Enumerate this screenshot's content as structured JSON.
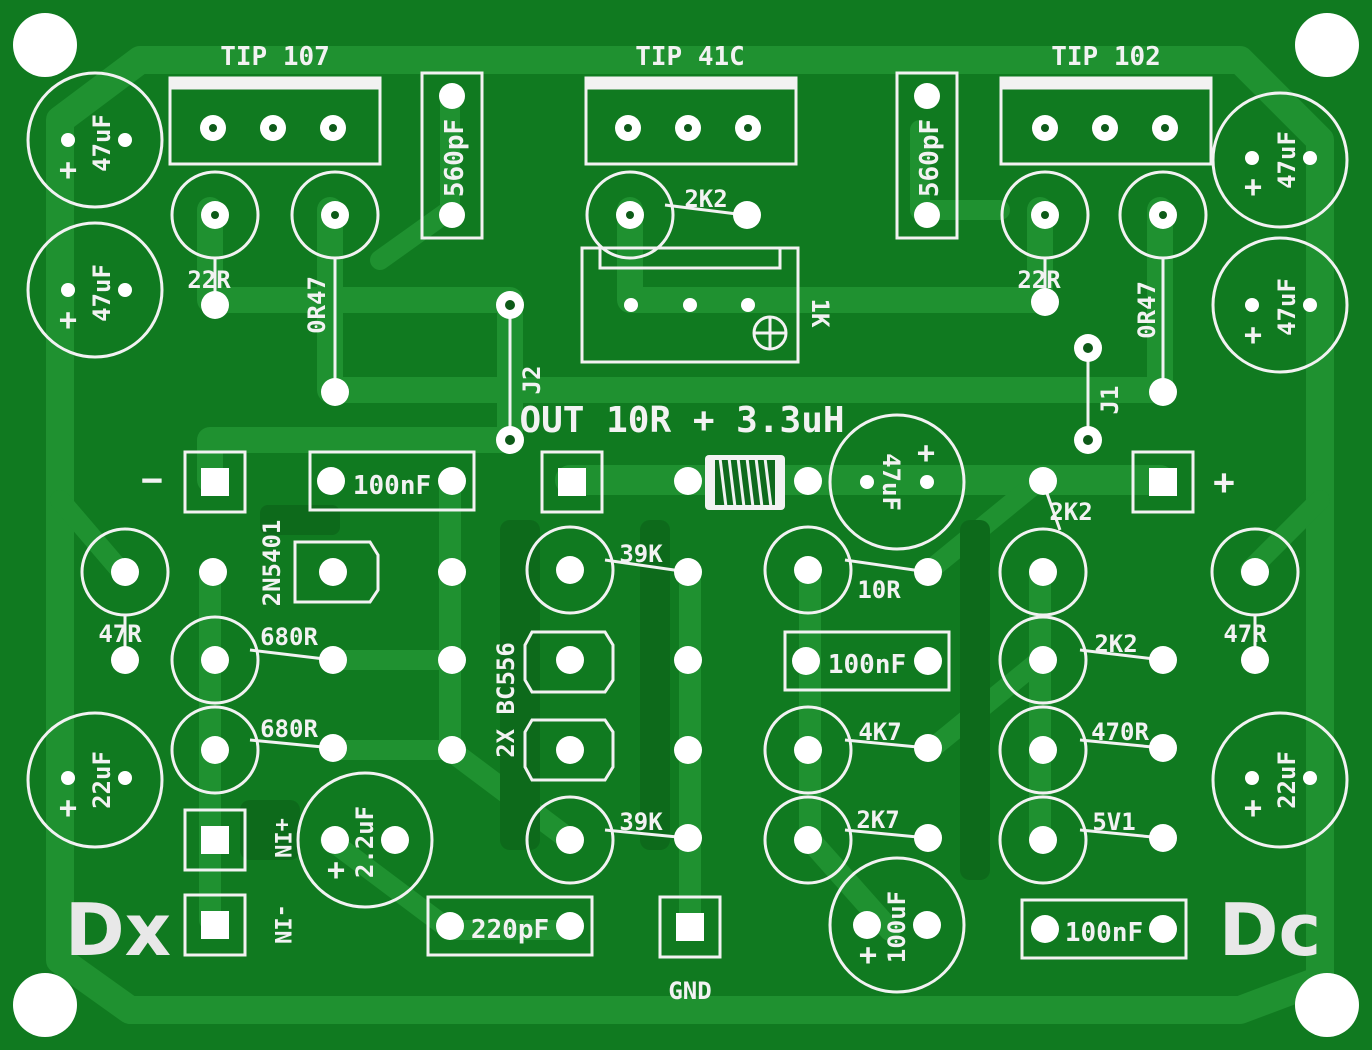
{
  "board": {
    "colors": {
      "board": "#107a20",
      "copper": "#0d6219",
      "trace": "#1a8d2a",
      "silk": "#f2f2f2",
      "pad": "#ffffff",
      "hole": "#0c5a18"
    }
  },
  "labels": {
    "tip107": "TIP 107",
    "tip41c": "TIP 41C",
    "tip102": "TIP 102",
    "cap47uf": "47uF",
    "plus": "+",
    "minus": "−",
    "c560pf": "560pF",
    "r2k2": "2K2",
    "r22r": "22R",
    "r0r47": "0R47",
    "pot1k": "1K",
    "j1": "J1",
    "j2": "J2",
    "out": "OUT 10R + 3.3uH",
    "c100nf": "100nF",
    "r39k": "39K",
    "r10r": "10R",
    "t2n5401": "2N5401",
    "r47r": "47R",
    "r680r": "680R",
    "bc556": "2X BC556",
    "r4k7": "4K7",
    "r470r": "470R",
    "c22uf": "22uF",
    "r2k7": "2K7",
    "z5v1": "5V1",
    "plus_in": "+IN",
    "minus_in": "-IN",
    "c2u2f": "2.2uF",
    "c220pf": "220pF",
    "gnd": "GND",
    "c100uf": "100uF",
    "dx": "Dx",
    "dc": "Dc"
  }
}
